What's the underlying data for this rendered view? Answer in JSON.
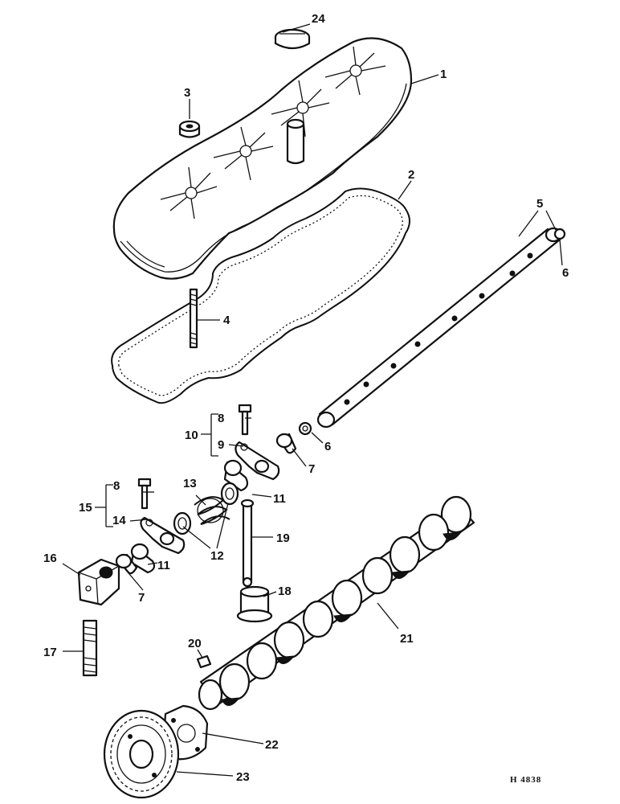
{
  "drawing_code": "H 4838",
  "callouts": [
    {
      "id": "1",
      "label": "1"
    },
    {
      "id": "2",
      "label": "2"
    },
    {
      "id": "3",
      "label": "3"
    },
    {
      "id": "4",
      "label": "4"
    },
    {
      "id": "5",
      "label": "5"
    },
    {
      "id": "6a",
      "label": "6"
    },
    {
      "id": "6b",
      "label": "6"
    },
    {
      "id": "7a",
      "label": "7"
    },
    {
      "id": "7b",
      "label": "7"
    },
    {
      "id": "8a",
      "label": "8"
    },
    {
      "id": "8b",
      "label": "8"
    },
    {
      "id": "9",
      "label": "9"
    },
    {
      "id": "10",
      "label": "10"
    },
    {
      "id": "11a",
      "label": "11"
    },
    {
      "id": "11b",
      "label": "11"
    },
    {
      "id": "12",
      "label": "12"
    },
    {
      "id": "13",
      "label": "13"
    },
    {
      "id": "14",
      "label": "14"
    },
    {
      "id": "15",
      "label": "15"
    },
    {
      "id": "16",
      "label": "16"
    },
    {
      "id": "17",
      "label": "17"
    },
    {
      "id": "18",
      "label": "18"
    },
    {
      "id": "19",
      "label": "19"
    },
    {
      "id": "20",
      "label": "20"
    },
    {
      "id": "21",
      "label": "21"
    },
    {
      "id": "22",
      "label": "22"
    },
    {
      "id": "23",
      "label": "23"
    },
    {
      "id": "24",
      "label": "24"
    }
  ]
}
